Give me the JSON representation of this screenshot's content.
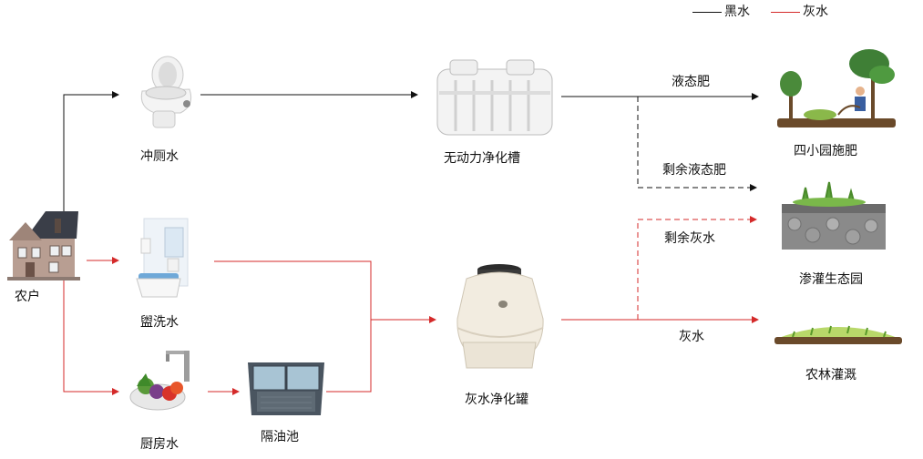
{
  "legend": {
    "black_water": "黑水",
    "grey_water": "灰水"
  },
  "colors": {
    "black": "#111111",
    "red": "#d42a2a"
  },
  "nodes": {
    "household": "农户",
    "toilet_water": "冲厕水",
    "washing_water": "盥洗水",
    "kitchen_water": "厨房水",
    "grease_trap": "隔油池",
    "septic_tank": "无动力净化槽",
    "grey_tank": "灰水净化罐",
    "garden": "四小园施肥",
    "wetland": "渗灌生态园",
    "farmland": "农林灌溉"
  },
  "edges": {
    "liquid_fertilizer": "液态肥",
    "surplus_liquid_fertilizer": "剩余液态肥",
    "surplus_grey_water": "剩余灰水",
    "grey_water": "灰水"
  }
}
